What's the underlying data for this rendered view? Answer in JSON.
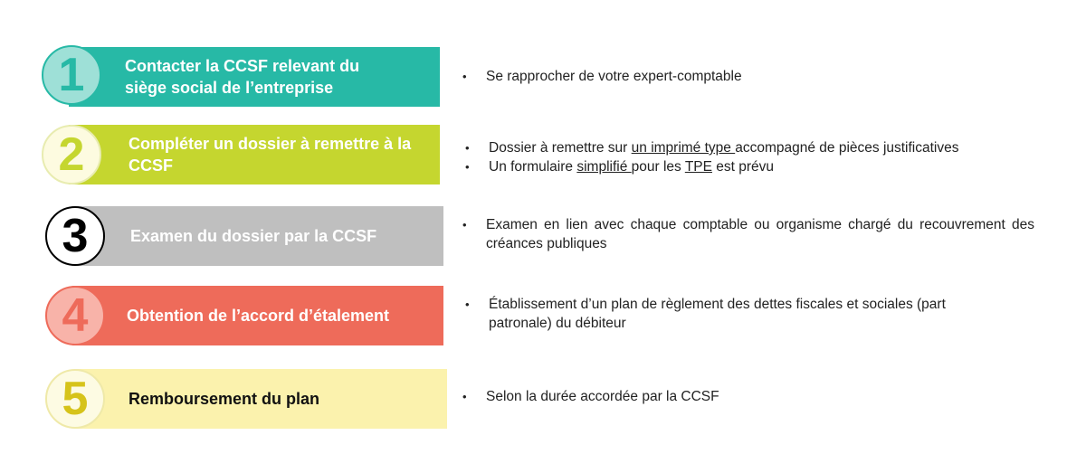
{
  "steps": [
    {
      "number": "1",
      "title": "Contacter la CCSF relevant du siège social de l’entreprise",
      "bar_color": "#27b9a6",
      "circle_fill": "#9ee0d7",
      "circle_stroke": "#27b9a6",
      "number_color": "#27b9a6",
      "title_color": "#ffffff",
      "bullets": [
        {
          "text": "Se rapprocher de votre expert-comptable"
        }
      ]
    },
    {
      "number": "2",
      "title": "Compléter un dossier à remettre à la CCSF",
      "bar_color": "#c5d62f",
      "circle_fill": "#fdfbe0",
      "circle_stroke": "#e8ecb0",
      "number_color": "#c5d62f",
      "title_color": "#ffffff",
      "bullets": [
        {
          "parts": [
            {
              "text": "Dossier à remettre sur ",
              "u": false
            },
            {
              "text": "un imprimé type ",
              "u": true
            },
            {
              "text": "accompagné de pièces justificatives",
              "u": false
            }
          ]
        },
        {
          "parts": [
            {
              "text": "Un formulaire ",
              "u": false
            },
            {
              "text": "simplifié ",
              "u": true
            },
            {
              "text": "pour les ",
              "u": false
            },
            {
              "text": "TPE",
              "u": true
            },
            {
              "text": " est prévu",
              "u": false
            }
          ]
        }
      ]
    },
    {
      "number": "3",
      "title": "Examen du dossier par la CCSF",
      "bar_color": "#bfbfbf",
      "circle_fill": "#ffffff",
      "circle_stroke": "#000000",
      "number_color": "#000000",
      "title_color": "#ffffff",
      "bullets": [
        {
          "text": "Examen en lien avec chaque comptable ou organisme chargé du recouvrement des créances publiques"
        }
      ]
    },
    {
      "number": "4",
      "title": "Obtention de l’accord d’étalement",
      "bar_color": "#ee6b5a",
      "circle_fill": "#f8b3a9",
      "circle_stroke": "#ee6b5a",
      "number_color": "#ee6b5a",
      "title_color": "#ffffff",
      "bullets": [
        {
          "text": "Établissement d’un plan de règlement des dettes fiscales et sociales (part patronale) du débiteur"
        }
      ]
    },
    {
      "number": "5",
      "title": "Remboursement du plan",
      "bar_color": "#fbf2ad",
      "circle_fill": "#fdfbe3",
      "circle_stroke": "#efe9a8",
      "number_color": "#d6c31a",
      "title_color": "#111111",
      "bullets": [
        {
          "text": "Selon la durée accordée par la CCSF"
        }
      ]
    }
  ]
}
